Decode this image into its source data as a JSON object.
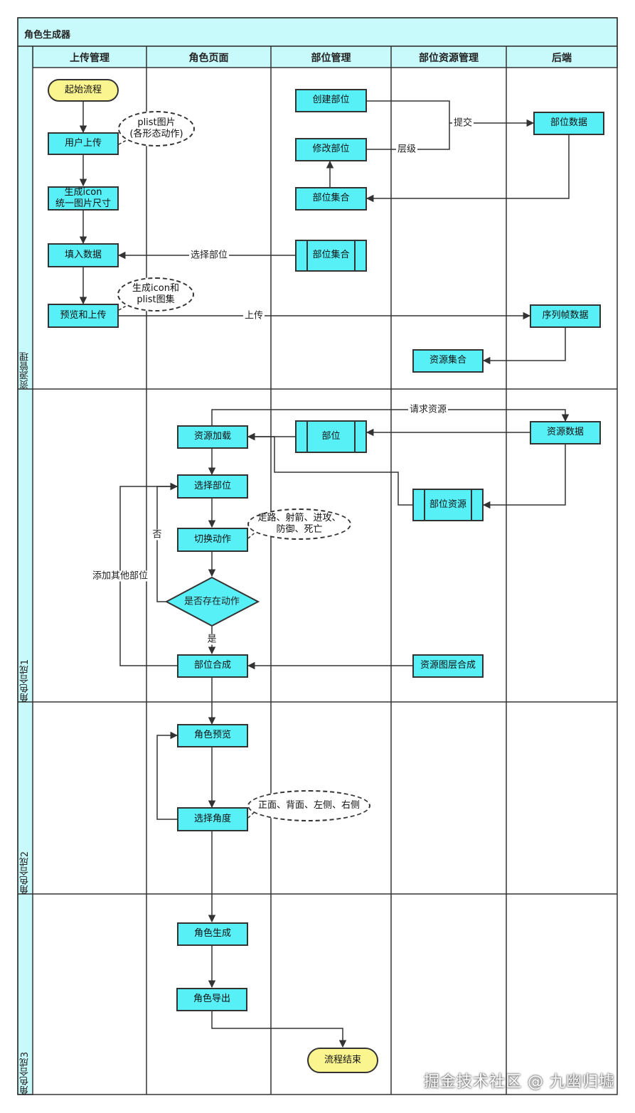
{
  "pool": {
    "title": "角色生成器"
  },
  "columns": [
    {
      "id": "upload",
      "label": "上传管理"
    },
    {
      "id": "rolepage",
      "label": "角色页面"
    },
    {
      "id": "partmgmt",
      "label": "部位管理"
    },
    {
      "id": "partres",
      "label": "部位资源管理"
    },
    {
      "id": "backend",
      "label": "后端"
    }
  ],
  "lanes": [
    {
      "id": "res",
      "label": "资源管理"
    },
    {
      "id": "c1",
      "label": "角色合成1"
    },
    {
      "id": "c2",
      "label": "角色合成2"
    },
    {
      "id": "c3",
      "label": "角色合成3"
    }
  ],
  "nodes": {
    "start": "起始流程",
    "user_upload": "用户上传",
    "gen_icon": "生成icon\n统一图片尺寸",
    "fill_data": "填入数据",
    "preview_upload": "预览和上传",
    "note_plist": "plist图片\n(各形态动作)",
    "note_icon_plist": "生成icon和\nplist图集",
    "create_part": "创建部位",
    "modify_part": "修改部位",
    "part_set_1": "部位集合",
    "part_set_2": "部位集合",
    "part_data": "部位数据",
    "frame_data": "序列帧数据",
    "resource_set": "资源集合",
    "resource_load": "资源加载",
    "part": "部位",
    "resource_data": "资源数据",
    "select_part": "选择部位",
    "part_resource": "部位资源",
    "switch_action": "切换动作",
    "note_actions": "走路、射箭、进攻、\n防御、死亡",
    "has_action": "是否存在动作",
    "part_compose": "部位合成",
    "layer_compose": "资源图层合成",
    "role_preview": "角色预览",
    "select_angle": "选择角度",
    "note_angles": "正面、背面、左侧、右侧",
    "role_generate": "角色生成",
    "role_export": "角色导出",
    "end": "流程结束"
  },
  "edge_labels": {
    "submit": "提交",
    "hierarchy": "层级",
    "select_part": "选择部位",
    "upload": "上传",
    "request_resource": "请求资源",
    "no": "否",
    "yes": "是",
    "add_other_part": "添加其他部位"
  },
  "watermark": "掘金技术社区 @ 九幽归墟",
  "colors": {
    "process": "#57f0f7",
    "terminal": "#fbf590",
    "header": "#c9fafb",
    "line": "#333333"
  }
}
